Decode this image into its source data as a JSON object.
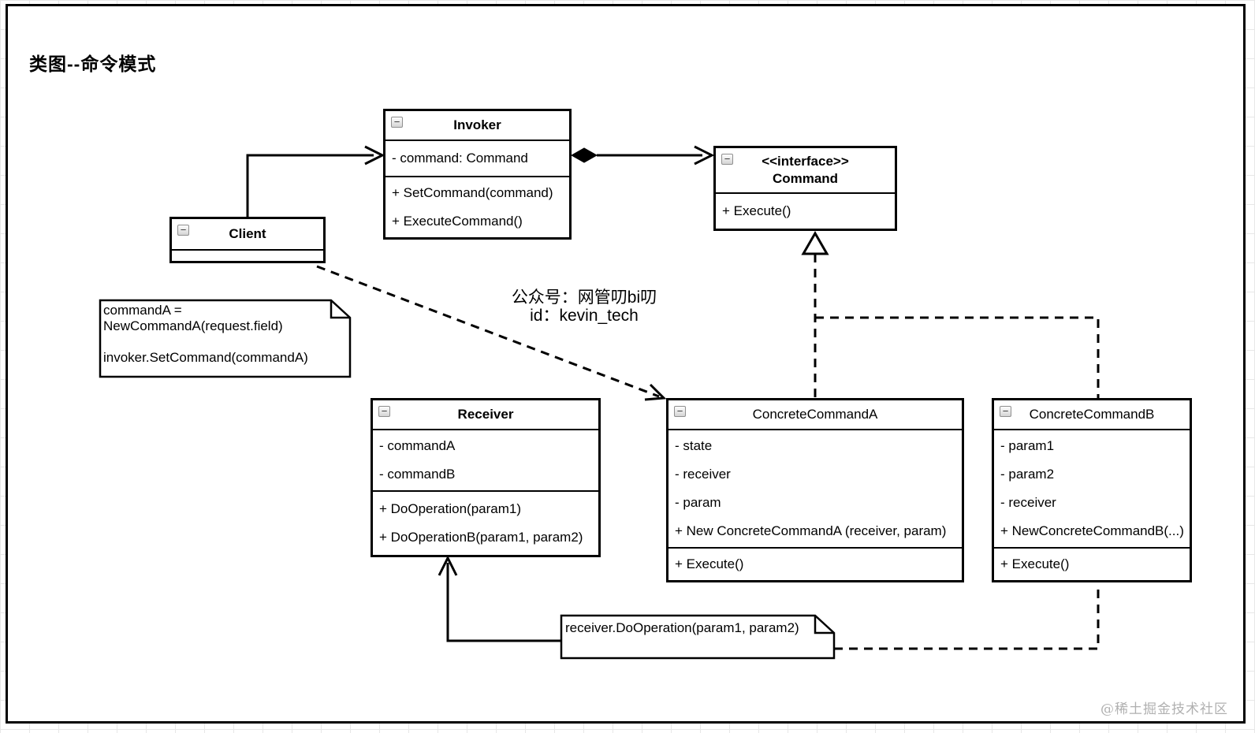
{
  "title": "类图--命令模式",
  "annotation": {
    "line1": "公众号：网管叨bi叨",
    "line2": "id：kevin_tech"
  },
  "watermark": "@稀土掘金技术社区",
  "icons": {
    "collapse": "−"
  },
  "colors": {
    "line": "#000000",
    "background": "#ffffff",
    "grid": "#e7e7e7",
    "shape_fill": "#ffffff",
    "watermark": "#b0b0b0"
  },
  "classes": {
    "invoker": {
      "name": "Invoker",
      "attributes": [
        "- command: Command"
      ],
      "methods": [
        "+ SetCommand(command)",
        "+ ExecuteCommand()"
      ]
    },
    "command": {
      "stereotype": "<<interface>>",
      "name": "Command",
      "attributes": [],
      "methods": [
        "+ Execute()"
      ]
    },
    "client": {
      "name": "Client",
      "attributes": [],
      "methods": []
    },
    "receiver": {
      "name": "Receiver",
      "attributes": [
        "- commandA",
        "- commandB"
      ],
      "methods": [
        "+ DoOperation(param1)",
        "+ DoOperationB(param1, param2)"
      ]
    },
    "concrete_command_a": {
      "name": "ConcreteCommandA",
      "attributes": [
        "- state",
        "- receiver",
        "- param",
        "+ New ConcreteCommandA (receiver, param)"
      ],
      "methods": [
        "+ Execute()"
      ]
    },
    "concrete_command_b": {
      "name": "ConcreteCommandB",
      "attributes": [
        "- param1",
        "- param2",
        "- receiver",
        "+ NewConcreteCommandB(...)"
      ],
      "methods": [
        "+ Execute()"
      ]
    }
  },
  "notes": {
    "client_note": {
      "lines": [
        "commandA =",
        "NewCommandA(request.field)",
        "",
        "invoker.SetCommand(commandA)"
      ]
    },
    "receiver_note": {
      "text": "receiver.DoOperation(param1, param2)"
    }
  },
  "relationships": [
    {
      "from": "Client",
      "to": "Invoker",
      "type": "directed association",
      "line": "solid"
    },
    {
      "from": "Invoker",
      "to": "Command",
      "type": "aggregation",
      "line": "solid"
    },
    {
      "from": "Client",
      "to": "ConcreteCommandA",
      "type": "dependency",
      "line": "dashed"
    },
    {
      "from": "ConcreteCommandA",
      "to": "Command",
      "type": "realization",
      "line": "dashed"
    },
    {
      "from": "ConcreteCommandB",
      "to": "Command",
      "type": "realization",
      "line": "dashed"
    },
    {
      "from": "receiver_note",
      "to": "Receiver",
      "type": "directed association",
      "line": "solid"
    },
    {
      "from": "receiver_note",
      "to": "ConcreteCommandB",
      "type": "note anchor",
      "line": "dashed"
    }
  ]
}
